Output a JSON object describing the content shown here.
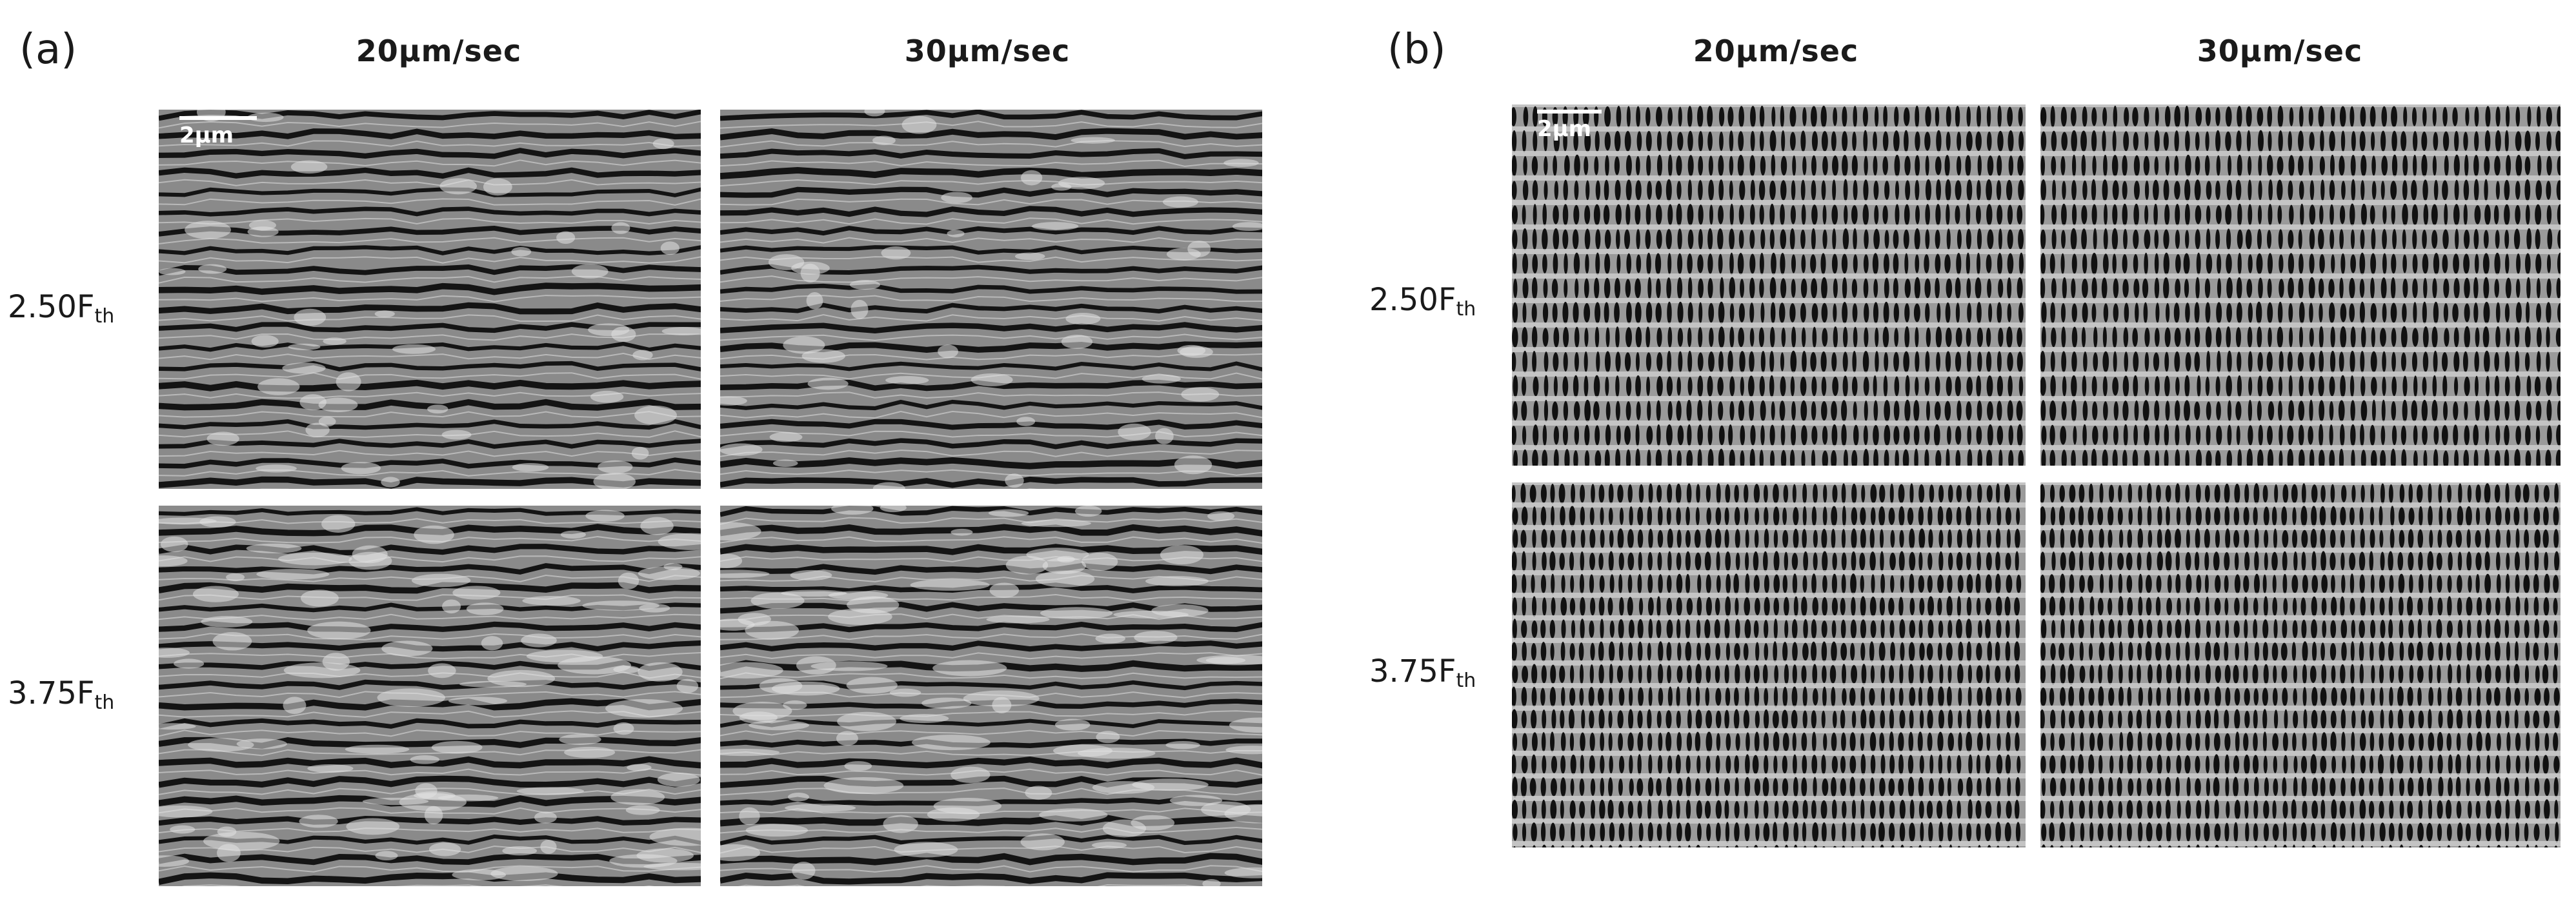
{
  "panels": [
    {
      "letter": "(a)",
      "columns": [
        "20µm/sec",
        "30µm/sec"
      ],
      "rows": [
        {
          "label_main": "2.50F",
          "label_sub": "th"
        },
        {
          "label_main": "3.75F",
          "label_sub": "th"
        }
      ],
      "scale_bar_label": "2µm",
      "texture": "horizontal-ripples"
    },
    {
      "letter": "(b)",
      "columns": [
        "20µm/sec",
        "30µm/sec"
      ],
      "rows": [
        {
          "label_main": "2.50F",
          "label_sub": "th"
        },
        {
          "label_main": "3.75F",
          "label_sub": "th"
        }
      ],
      "scale_bar_label": "2µm",
      "texture": "vertical-dimples"
    }
  ]
}
